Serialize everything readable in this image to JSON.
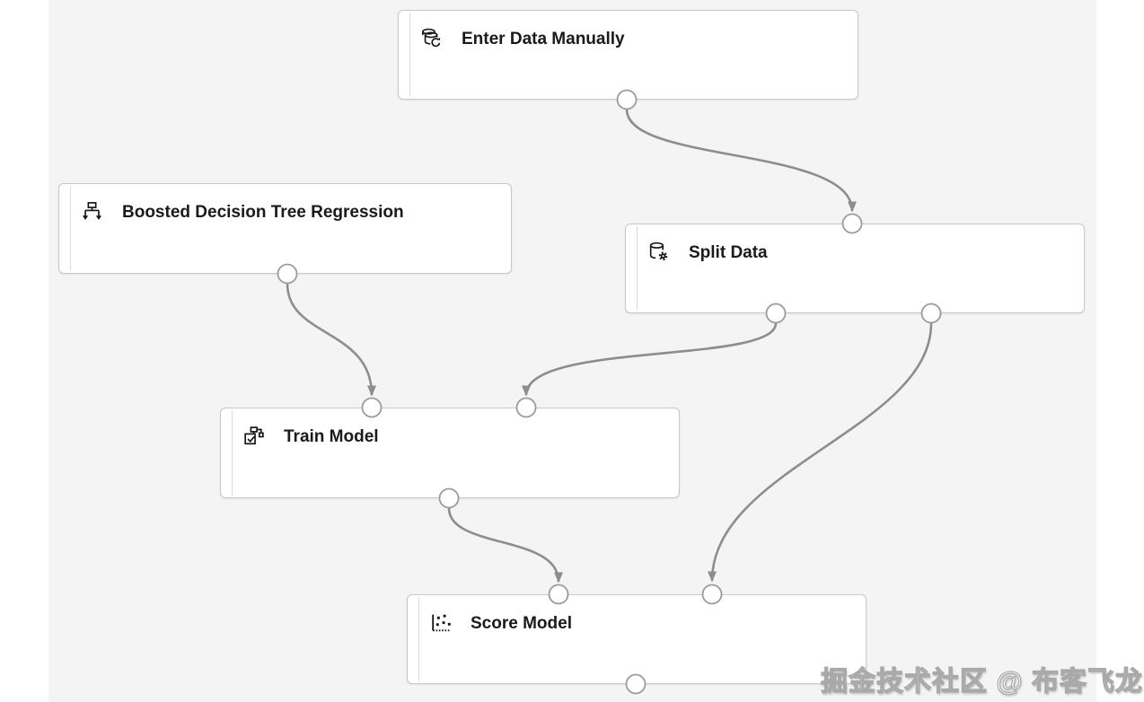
{
  "page": {
    "background": "#ffffff",
    "canvas_background": "#f4f4f5"
  },
  "palette": {
    "node_background": "#ffffff",
    "node_border": "#c8c8c8",
    "node_accent_line": "#dcdcdc",
    "node_text": "#1b1a19",
    "connector": "#8d8d8d",
    "port_fill": "#ffffff",
    "port_stroke": "#9b9b9b"
  },
  "diagram": {
    "type": "ml-pipeline-flowchart",
    "nodes": [
      {
        "id": "enter-data-manually",
        "label": "Enter Data Manually",
        "icon": "database-refresh-icon",
        "inputs": 0,
        "outputs": 1
      },
      {
        "id": "boosted-decision-tree-regression",
        "label": "Boosted Decision Tree Regression",
        "icon": "tree-branch-icon",
        "inputs": 0,
        "outputs": 1
      },
      {
        "id": "split-data",
        "label": "Split Data",
        "icon": "database-gear-icon",
        "inputs": 1,
        "outputs": 2
      },
      {
        "id": "train-model",
        "label": "Train Model",
        "icon": "checkbox-flowchart-icon",
        "inputs": 2,
        "outputs": 1
      },
      {
        "id": "score-model",
        "label": "Score Model",
        "icon": "scatter-plot-icon",
        "inputs": 2,
        "outputs": 1
      }
    ],
    "connections": [
      {
        "from": "enter-data-manually",
        "from_port": "output-1",
        "to": "split-data",
        "to_port": "input-1"
      },
      {
        "from": "boosted-decision-tree-regression",
        "from_port": "output-1",
        "to": "train-model",
        "to_port": "input-1"
      },
      {
        "from": "split-data",
        "from_port": "output-1",
        "to": "train-model",
        "to_port": "input-2"
      },
      {
        "from": "split-data",
        "from_port": "output-2",
        "to": "score-model",
        "to_port": "input-2"
      },
      {
        "from": "train-model",
        "from_port": "output-1",
        "to": "score-model",
        "to_port": "input-1"
      }
    ]
  },
  "watermark": {
    "text": "掘金技术社区 @ 布客飞龙"
  }
}
